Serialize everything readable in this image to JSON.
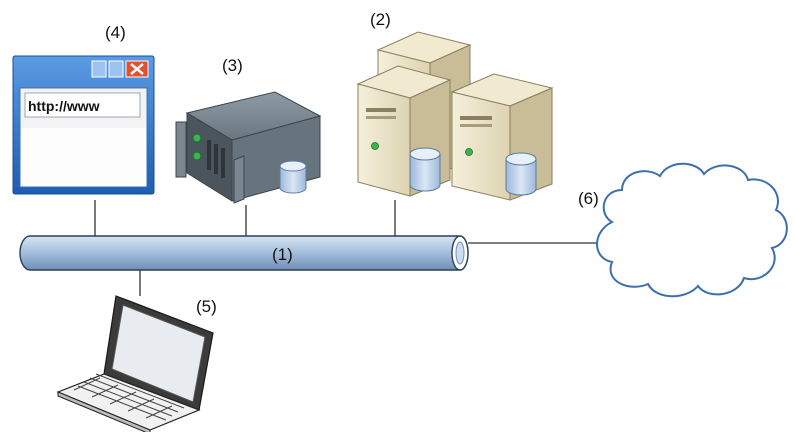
{
  "labels": {
    "bus": "(1)",
    "servers": "(2)",
    "storage_server": "(3)",
    "browser": "(4)",
    "laptop": "(5)",
    "cloud": "(6)"
  },
  "browser": {
    "address_text": "http://www"
  },
  "icons": {
    "browser": "browser-window-icon",
    "storage_server": "rack-server-icon",
    "servers": "tower-server-cluster-icon",
    "laptop": "laptop-icon",
    "cloud": "cloud-icon",
    "database": "database-icon"
  },
  "colors": {
    "bus_fill": "#a9c1de",
    "window_frame": "#2f73c8",
    "close_button": "#e4502d",
    "server_body": "#e9e1c6",
    "rack_body": "#56616b",
    "database": "#bcd0e8"
  }
}
